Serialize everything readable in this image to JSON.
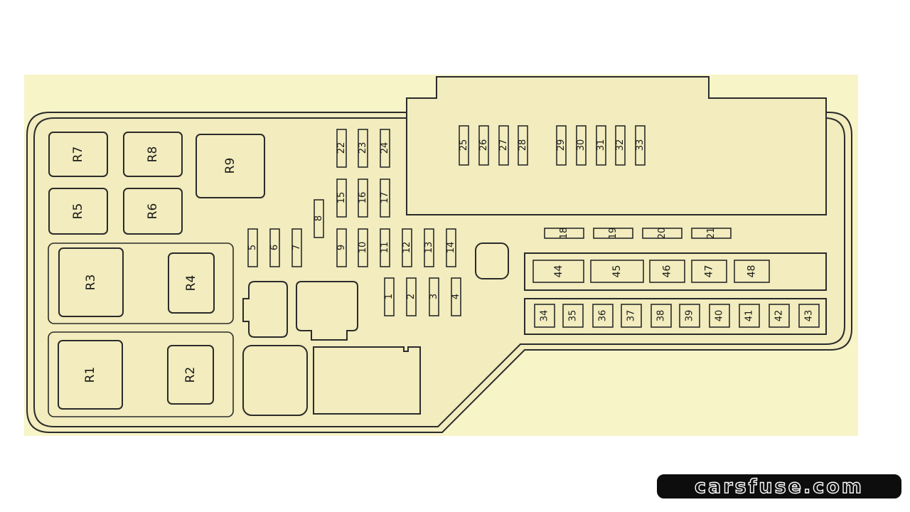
{
  "colors": {
    "background": "#f7f4c8",
    "housing": "#f2ecbe",
    "stroke": "#2b2b2b",
    "watermark_bg": "#0d0d0d",
    "watermark_text": "#ffffff"
  },
  "relays": [
    {
      "id": "R7",
      "label": "R7"
    },
    {
      "id": "R8",
      "label": "R8"
    },
    {
      "id": "R9",
      "label": "R9"
    },
    {
      "id": "R5",
      "label": "R5"
    },
    {
      "id": "R6",
      "label": "R6"
    },
    {
      "id": "R3",
      "label": "R3"
    },
    {
      "id": "R4",
      "label": "R4"
    },
    {
      "id": "R1",
      "label": "R1"
    },
    {
      "id": "R2",
      "label": "R2"
    }
  ],
  "fuses": {
    "f1": "1",
    "f2": "2",
    "f3": "3",
    "f4": "4",
    "f5": "5",
    "f6": "6",
    "f7": "7",
    "f8": "8",
    "f9": "9",
    "f10": "10",
    "f11": "11",
    "f12": "12",
    "f13": "13",
    "f14": "14",
    "f15": "15",
    "f16": "16",
    "f17": "17",
    "f18": "18",
    "f19": "19",
    "f20": "20",
    "f21": "21",
    "f22": "22",
    "f23": "23",
    "f24": "24",
    "f25": "25",
    "f26": "26",
    "f27": "27",
    "f28": "28",
    "f29": "29",
    "f30": "30",
    "f31": "31",
    "f32": "32",
    "f33": "33",
    "f34": "34",
    "f35": "35",
    "f36": "36",
    "f37": "37",
    "f38": "38",
    "f39": "39",
    "f40": "40",
    "f41": "41",
    "f42": "42",
    "f43": "43",
    "f44": "44",
    "f45": "45",
    "f46": "46",
    "f47": "47",
    "f48": "48"
  },
  "watermark": "carsfuse.com"
}
